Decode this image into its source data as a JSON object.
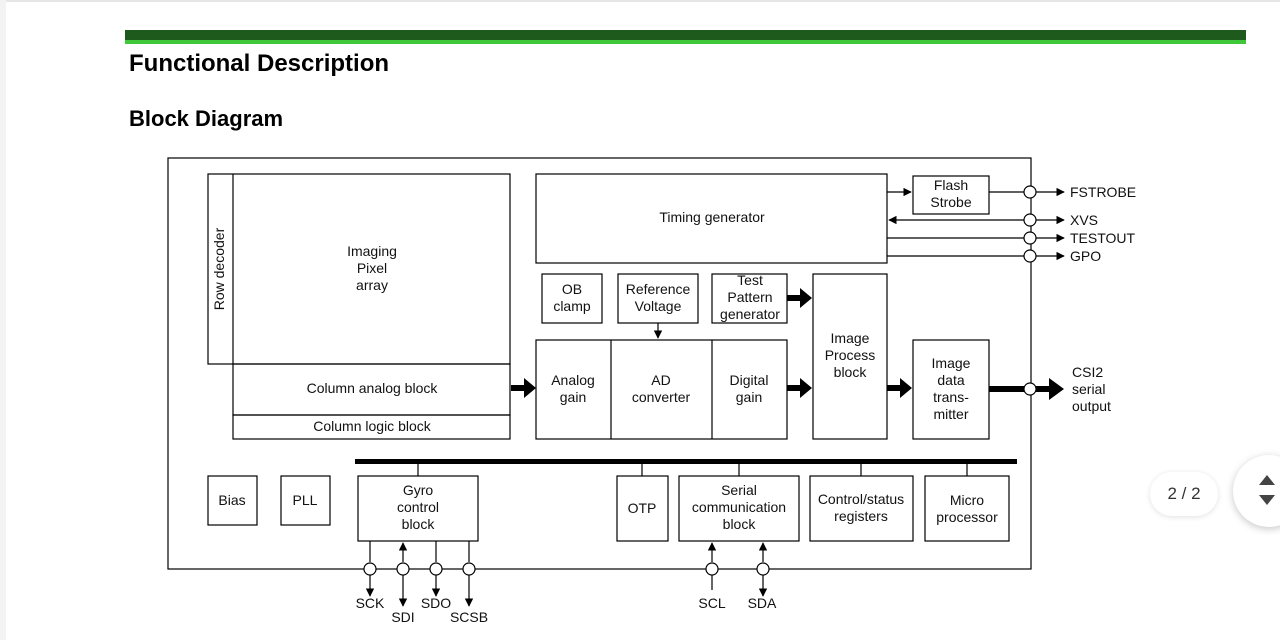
{
  "colors": {
    "accent_dark": "#1e5a1c",
    "accent_light": "#3fc93a"
  },
  "headings": {
    "title": "Functional Description",
    "subtitle": "Block Diagram"
  },
  "blocks": {
    "row_decoder": "Row decoder",
    "imaging": [
      "Imaging",
      "Pixel",
      "array"
    ],
    "column_analog": "Column analog block",
    "column_logic": "Column logic block",
    "timing": "Timing generator",
    "flash": [
      "Flash",
      "Strobe"
    ],
    "ob_clamp": [
      "OB",
      "clamp"
    ],
    "ref_voltage": [
      "Reference",
      "Voltage"
    ],
    "test_pattern": [
      "Test",
      "Pattern",
      "generator"
    ],
    "image_process": [
      "Image",
      "Process",
      "block"
    ],
    "analog_gain": [
      "Analog",
      "gain"
    ],
    "ad_converter": [
      "AD",
      "converter"
    ],
    "digital_gain": [
      "Digital",
      "gain"
    ],
    "image_tx": [
      "Image",
      "data",
      "trans-",
      "mitter"
    ],
    "bias": "Bias",
    "pll": "PLL",
    "gyro": [
      "Gyro",
      "control",
      "block"
    ],
    "otp": "OTP",
    "serial": [
      "Serial",
      "communication",
      "block"
    ],
    "control": [
      "Control/status",
      "registers"
    ],
    "micro": [
      "Micro",
      "processor"
    ]
  },
  "signals": {
    "fstrobe": "FSTROBE",
    "xvs": "XVS",
    "testout": "TESTOUT",
    "gpo": "GPO",
    "csi2": [
      "CSI2",
      "serial",
      "output"
    ],
    "sck": "SCK",
    "sdi": "SDI",
    "sdo": "SDO",
    "scsb": "SCSB",
    "scl": "SCL",
    "sda": "SDA"
  },
  "page_indicator": "2 / 2",
  "icons": {
    "scroll": "up-down-chevron-icon"
  }
}
